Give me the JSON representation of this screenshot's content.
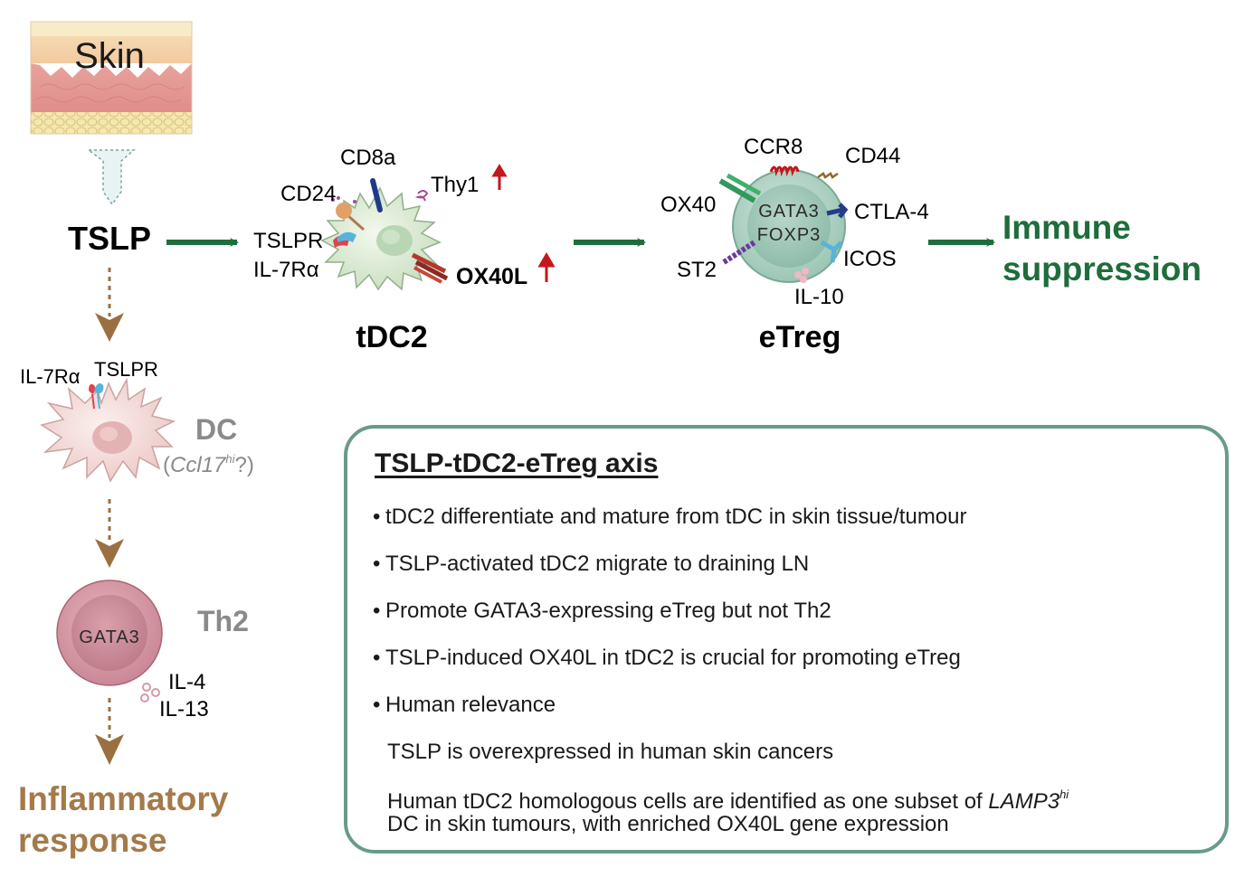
{
  "skin": {
    "label": "Skin"
  },
  "tslp": {
    "label": "TSLP"
  },
  "tdc2": {
    "name": "tDC2",
    "markers": [
      "CD8a",
      "CD24",
      "Thy1",
      "TSLPR",
      "IL-7Rα",
      "OX40L"
    ]
  },
  "etreg": {
    "name": "eTreg",
    "markers": [
      "CCR8",
      "CD44",
      "OX40",
      "CTLA-4",
      "ST2",
      "ICOS",
      "IL-10"
    ],
    "tf": [
      "GATA3",
      "FOXP3"
    ]
  },
  "outcome": {
    "line1": "Immune",
    "line2": "suppression"
  },
  "dc": {
    "name": "DC",
    "receptor_left": "IL-7Rα",
    "receptor_right": "TSLPR",
    "subtype_open": "(",
    "subtype_gene": "Ccl17",
    "subtype_sup": "hi",
    "subtype_close": "?)"
  },
  "th2": {
    "name": "Th2",
    "tf": "GATA3",
    "cytokines": [
      "IL-4",
      "IL-13"
    ]
  },
  "inflammation": {
    "line1": "Inflammatory",
    "line2": "response"
  },
  "axis_box": {
    "title": "TSLP-tDC2-eTreg axis",
    "bullets": [
      "tDC2 differentiate and mature from tDC in skin tissue/tumour",
      "TSLP-activated tDC2 migrate to draining LN",
      "Promote GATA3-expressing eTreg but not Th2",
      "TSLP-induced OX40L in tDC2 is crucial for promoting eTreg",
      "Human relevance"
    ],
    "sub_1": "TSLP is overexpressed in human skin cancers",
    "sub_2_a": "Human tDC2 homologous cells are identified as one subset of ",
    "sub_2_gene": "LAMP3",
    "sub_2_sup": "hi",
    "sub_2_b": "DC in skin tumours, with enriched OX40L gene expression"
  },
  "colors": {
    "green_arrow": "#1f6e3c",
    "brown_arrow": "#9a7042",
    "immune_text": "#1e6d3b",
    "inflam_text": "#a47a4b",
    "up_arrow": "#c4161c",
    "box_border": "#6a9a8a"
  }
}
